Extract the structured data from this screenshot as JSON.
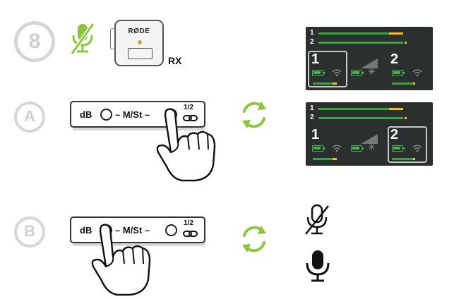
{
  "steps": {
    "main": "8",
    "a": "A",
    "b": "B"
  },
  "device": {
    "brand": "RØDE",
    "label": "RX"
  },
  "panel": {
    "db": "dB",
    "ms": "– M/St –",
    "frac_top": "1/2"
  },
  "screens": {
    "ch1": "1",
    "ch2": "2"
  },
  "colors": {
    "accent": "#8cc63f",
    "screen_bg": "#2b2f2f",
    "meter_green": "#3ba33b",
    "meter_yellow": "#f2c21b",
    "step_gray": "#d6d6d6"
  },
  "icons": [
    "mic-muted-icon",
    "mic-icon",
    "refresh-icon",
    "link-icon",
    "hand-pointer-icon",
    "wifi-icon",
    "battery-icon",
    "brightness-icon",
    "signal-icon"
  ]
}
